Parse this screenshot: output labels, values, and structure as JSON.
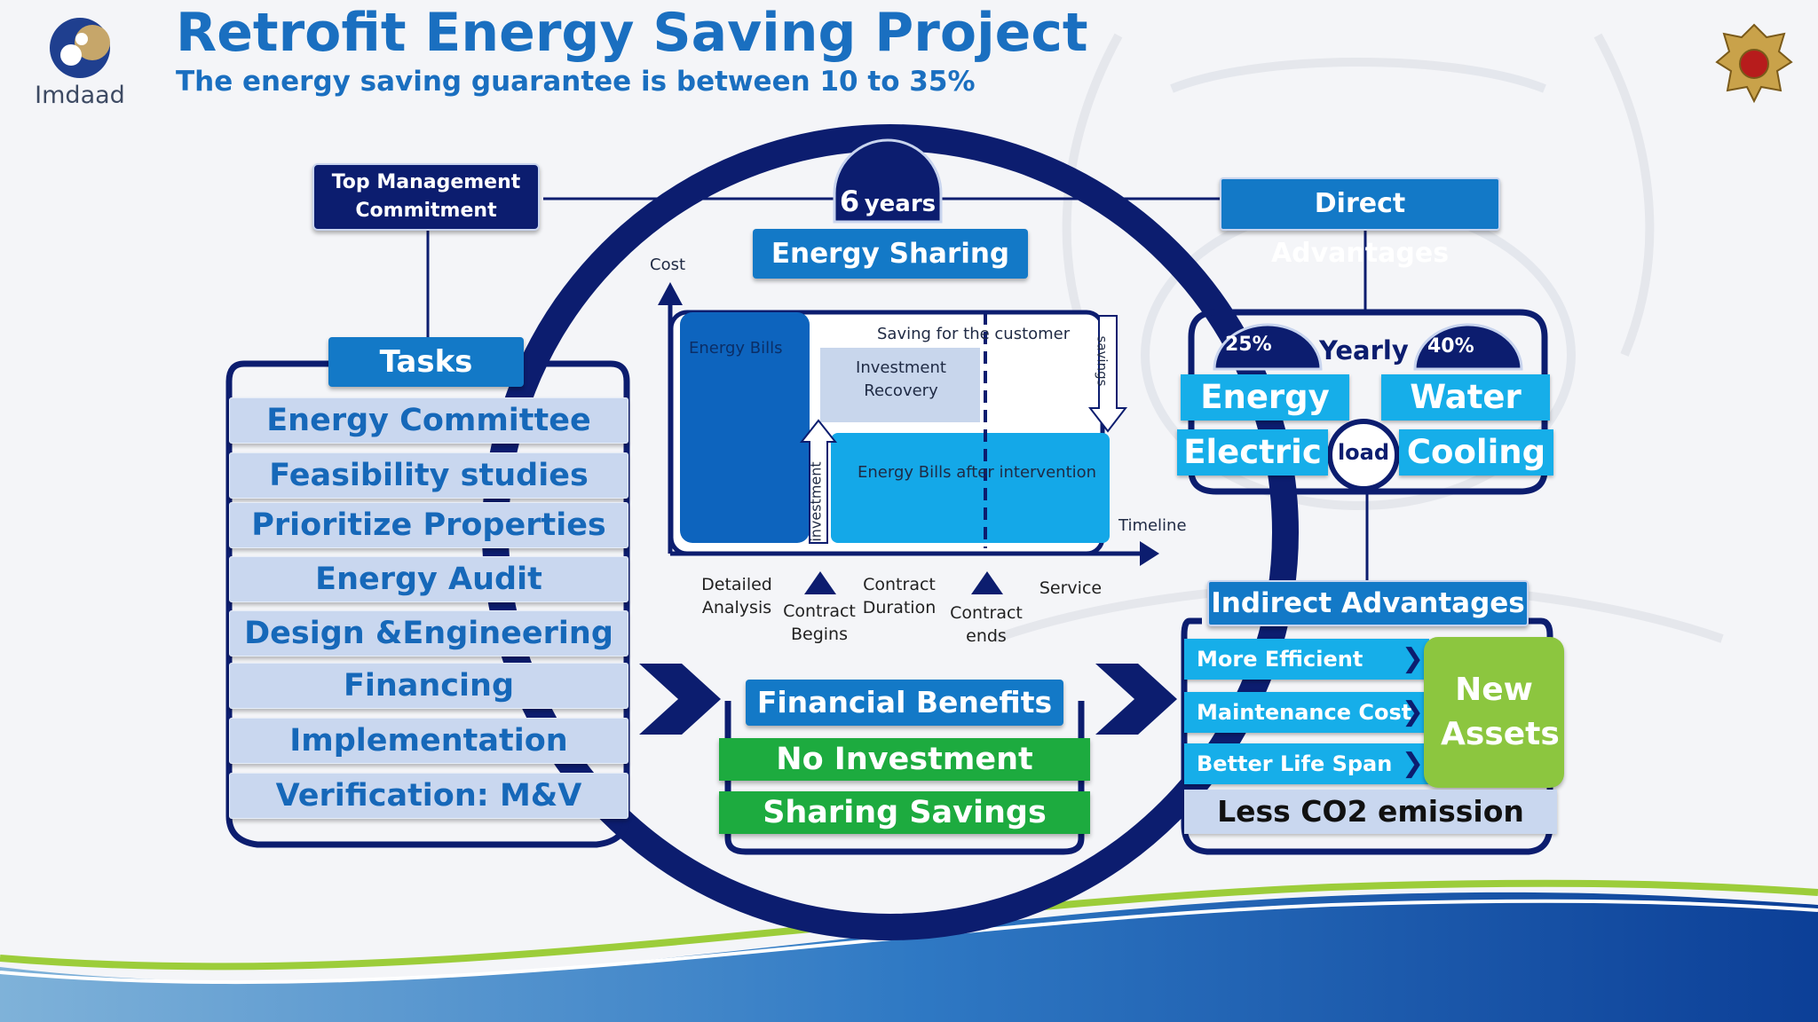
{
  "header": {
    "title": "Retrofit Energy Saving Project",
    "subtitle": "The energy saving guarantee is between 10 to 35%",
    "logo_text": "Imdaad"
  },
  "top_management": "Top Management Commitment",
  "duration": {
    "number": "6",
    "unit": "years"
  },
  "energy_sharing": "Energy Sharing",
  "tasks": {
    "header": "Tasks",
    "items": [
      "Energy Committee",
      "Feasibility studies",
      "Prioritize Properties",
      "Energy Audit",
      "Design &Engineering",
      "Financing",
      "Implementation",
      "Verification: M&V"
    ]
  },
  "diagram": {
    "cost_label": "Cost",
    "energy_bills": "Energy Bills",
    "saving_customer": "Saving for the customer",
    "investment_recovery": "Investment Recovery",
    "savings": "savings",
    "investment": "investment",
    "bills_after": "Energy Bills after intervention",
    "timeline": "Timeline",
    "phases": {
      "detailed_analysis": "Detailed Analysis",
      "contract_begins": "Contract Begins",
      "contract_duration": "Contract Duration",
      "contract_ends": "Contract ends",
      "service": "Service"
    }
  },
  "direct_advantages": {
    "header": "Direct Advantages",
    "energy_pct": "25%",
    "yearly": "Yearly",
    "water_pct": "40%",
    "energy": "Energy",
    "water": "Water",
    "electric": "Electric",
    "load": "load",
    "cooling": "Cooling"
  },
  "financial_benefits": {
    "header": "Financial Benefits",
    "items": [
      "No Investment",
      "Sharing Savings"
    ]
  },
  "indirect_advantages": {
    "header": "Indirect Advantages",
    "items": [
      "More Efficient",
      "Maintenance Cost",
      "Better Life Span"
    ],
    "new_assets": "New Assets",
    "co2": "Less CO2 emission"
  },
  "colors": {
    "navy": "#0c1d6f",
    "blue": "#1379c7",
    "cyan": "#16aee9",
    "green": "#1dab3f",
    "lime": "#8cc63f",
    "title_blue": "#1a6fc0"
  }
}
